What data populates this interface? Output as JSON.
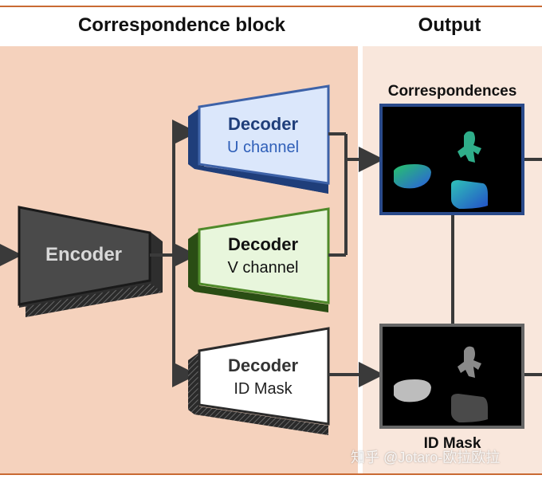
{
  "headers": {
    "left": "Correspondence block",
    "right": "Output"
  },
  "encoder": {
    "label": "Encoder"
  },
  "decoders": [
    {
      "title": "Decoder",
      "subtitle": "U channel"
    },
    {
      "title": "Decoder",
      "subtitle": "V channel"
    },
    {
      "title": "Decoder",
      "subtitle": "ID Mask"
    }
  ],
  "outputs": {
    "correspondences": "Correspondences",
    "id_mask": "ID Mask"
  },
  "watermark": "知乎 @Jotaro-欧拉欧拉",
  "colors": {
    "header_rule": "#c96a33",
    "left_panel": "#f5d2bd",
    "right_panel": "#f9e7dc",
    "encoder": "#4a4a4a",
    "decoder_u_border": "#3d62a8",
    "decoder_u_fill": "#dbe7fb",
    "decoder_v_border": "#4f8a2a",
    "decoder_v_fill": "#e8f6dc",
    "decoder_id_border": "#2b2b2b",
    "decoder_id_fill": "#ffffff",
    "arrow": "#3a3a3a"
  }
}
